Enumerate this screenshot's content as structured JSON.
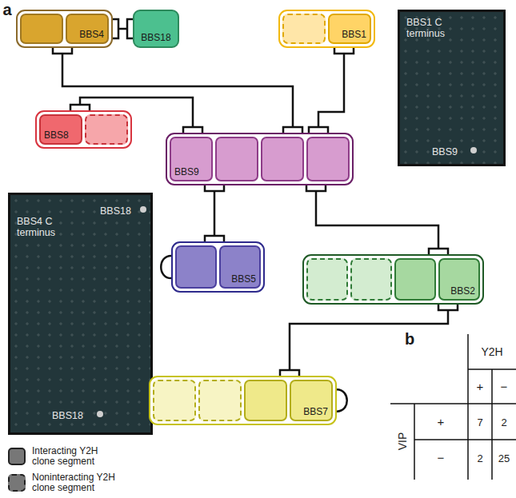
{
  "diagram": {
    "nodes": [
      {
        "text": [
          "BBS4"
        ]
      },
      {
        "text": [
          "BBS18"
        ]
      },
      {
        "text": [
          "BBS1"
        ]
      },
      {
        "text": [
          "BBS1 C terminus",
          "BBS9"
        ]
      },
      {
        "text": [
          "BBS8"
        ]
      },
      {
        "text": [
          "BBS9"
        ]
      },
      {
        "text": [
          "BBS18",
          "BBS4 C terminus",
          "BBS18"
        ]
      },
      {
        "text": [
          "BBS5"
        ]
      },
      {
        "text": [
          "BBS2"
        ]
      },
      {
        "text": [
          "BBS7"
        ]
      }
    ],
    "edges": [
      {
        "from": 0,
        "to": 1,
        "arrow": "none"
      },
      {
        "from": 0,
        "to": 5,
        "arrow": "none"
      },
      {
        "from": 2,
        "to": 5,
        "arrow": "none"
      },
      {
        "from": 4,
        "to": 5,
        "arrow": "none"
      },
      {
        "from": 5,
        "to": 7,
        "arrow": "none"
      },
      {
        "from": 5,
        "to": 8,
        "arrow": "none"
      },
      {
        "from": 8,
        "to": 9,
        "arrow": "none"
      },
      {
        "from": 7,
        "to": 7,
        "arrow": "none"
      },
      {
        "from": 9,
        "to": 9,
        "arrow": "none"
      }
    ],
    "labels": [
      "a",
      "b",
      "Y2H",
      "+",
      "−",
      "VIP",
      "+",
      "−",
      "7",
      "2",
      "2",
      "25"
    ],
    "legend": [
      {
        "text": "Interacting Y2H clone segment"
      },
      {
        "text": "Noninteracting Y2H clone segment"
      }
    ]
  }
}
